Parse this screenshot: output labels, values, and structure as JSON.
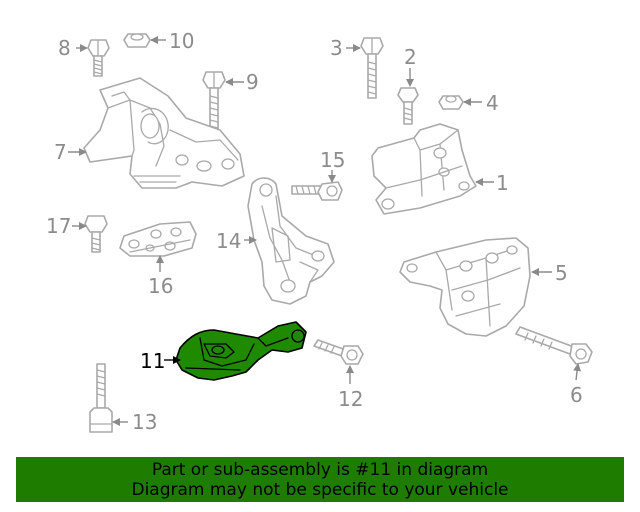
{
  "callouts": {
    "c1": "1",
    "c2": "2",
    "c3": "3",
    "c4": "4",
    "c5": "5",
    "c6": "6",
    "c7": "7",
    "c8": "8",
    "c9": "9",
    "c10": "10",
    "c11": "11",
    "c12": "12",
    "c13": "13",
    "c14": "14",
    "c15": "15",
    "c16": "16",
    "c17": "17"
  },
  "highlight": {
    "part": "11",
    "color": "#1f8a00"
  },
  "banner": {
    "line1": "Part or sub-assembly is #11 in diagram",
    "line2": "Diagram may not be specific to your vehicle",
    "background": "#1e7d00"
  }
}
